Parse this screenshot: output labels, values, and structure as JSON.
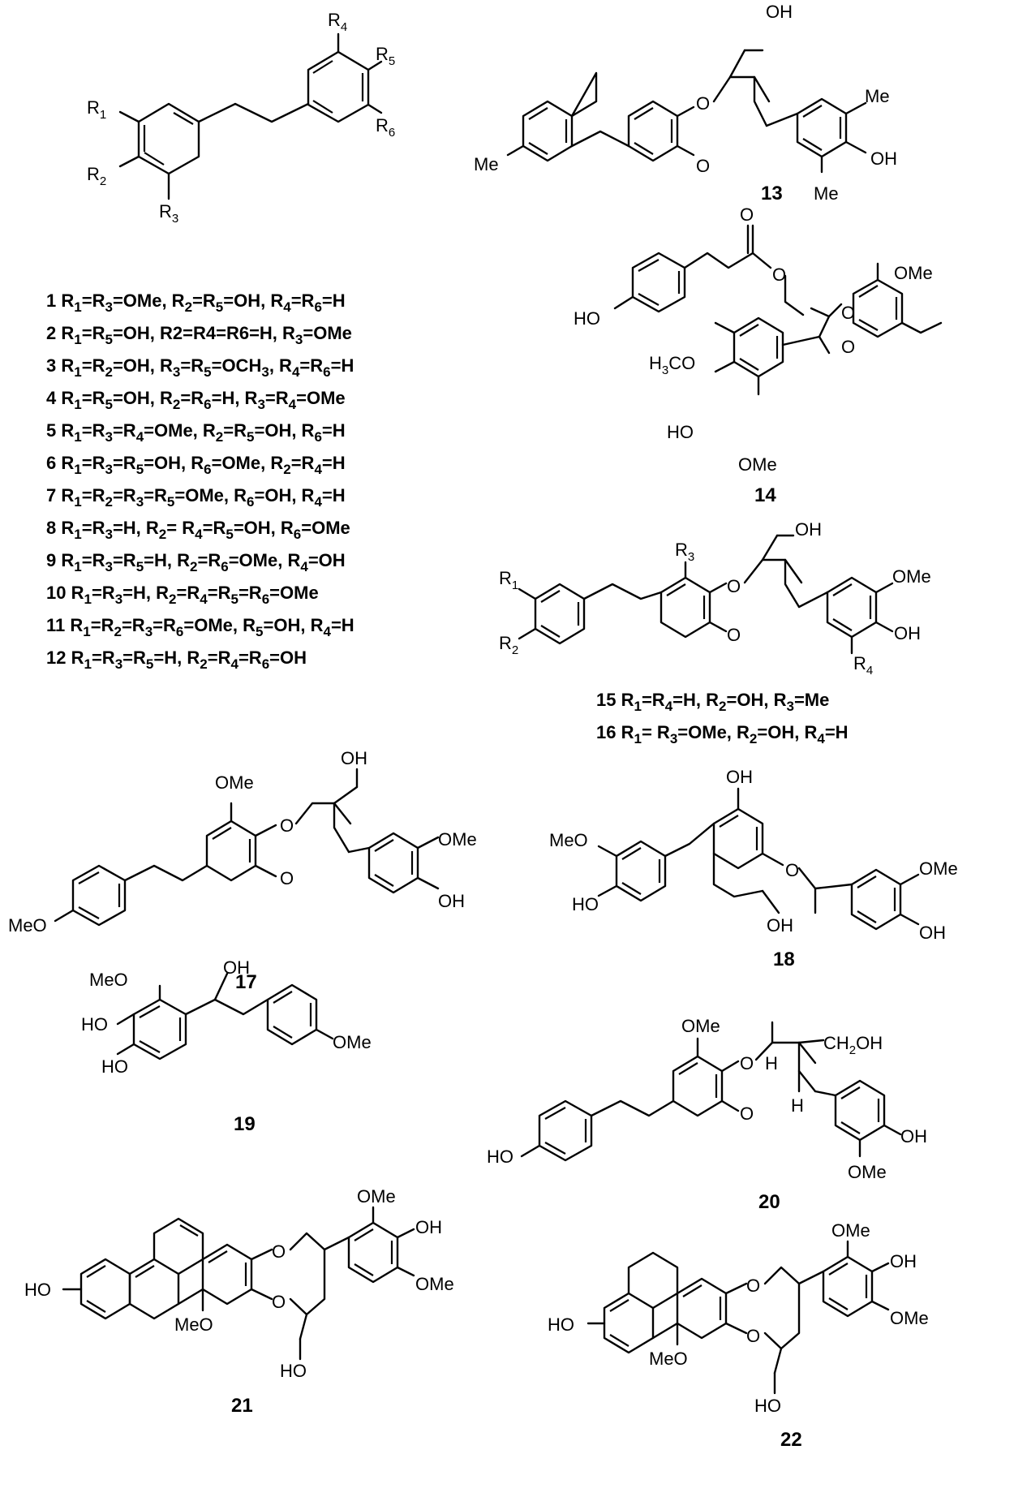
{
  "title": "",
  "template_scaffold": {
    "labels": [
      "R1",
      "R2",
      "R3",
      "R4",
      "R5",
      "R6"
    ]
  },
  "substituent_table": [
    {
      "id": "1",
      "text": "R1=R3=OMe, R2=R5=OH, R4=R6=H"
    },
    {
      "id": "2",
      "text": "R1=R5=OH, R2=R4=R6=H, R3=OMe"
    },
    {
      "id": "3",
      "text": "R1=R2=OH, R3=R5=OCH3, R4=R6=H"
    },
    {
      "id": "4",
      "text": "R1=R5=OH, R2=R6=H, R3=R4=OMe"
    },
    {
      "id": "5",
      "text": "R1=R3=R4=OMe, R2=R5=OH, R6=H"
    },
    {
      "id": "6",
      "text": "R1=R3=R5=OH, R6=OMe, R2=R4=H"
    },
    {
      "id": "7",
      "text": "R1=R2=R3=R5=OMe, R6=OH, R4=H"
    },
    {
      "id": "8",
      "text": "R1=R3=H, R2= R4=R5=OH, R6=OMe"
    },
    {
      "id": "9",
      "text": "R1=R3=R5=H, R2=R6=OMe, R4=OH"
    },
    {
      "id": "10",
      "text": "R1=R3=H, R2=R4=R5=R6=OMe"
    },
    {
      "id": "11",
      "text": "R1=R2=R3=R6=OMe, R5=OH, R4=H"
    },
    {
      "id": "12",
      "text": "R1=R3=R5=H, R2=R4=R6=OH"
    }
  ],
  "compounds": {
    "c13": {
      "number": "13",
      "labels": [
        "OH",
        "O",
        "O",
        "Me",
        "OH",
        "Me",
        "Me"
      ]
    },
    "c14": {
      "number": "14",
      "labels": [
        "O",
        "O",
        "HO",
        "O",
        "OMe",
        "O",
        "H3CO",
        "HO",
        "OMe"
      ]
    },
    "c15_16": {
      "labels": [
        "R3",
        "OH",
        "O",
        "O",
        "OMe",
        "OH",
        "R4",
        "R1",
        "R2"
      ],
      "rows": [
        {
          "id": "15",
          "text": "R1=R4=H, R2=OH, R3=Me"
        },
        {
          "id": "16",
          "text": "R1= R3=OMe, R2=OH, R4=H"
        }
      ]
    },
    "c17": {
      "number": "17",
      "labels": [
        "OMe",
        "OH",
        "O",
        "O",
        "OMe",
        "OH",
        "MeO"
      ]
    },
    "c18": {
      "number": "18",
      "labels": [
        "OH",
        "O",
        "OMe",
        "OH",
        "OH",
        "MeO",
        "HO"
      ]
    },
    "c19": {
      "number": "19",
      "labels": [
        "MeO",
        "HO",
        "HO",
        "OH",
        "OMe"
      ]
    },
    "c20": {
      "number": "20",
      "labels": [
        "OMe",
        "O",
        "O",
        "H",
        "H",
        "CH2OH",
        "OH",
        "OMe",
        "HO"
      ]
    },
    "c21": {
      "number": "21",
      "labels": [
        "HO",
        "MeO",
        "O",
        "O",
        "HO",
        "OMe",
        "OH",
        "OMe"
      ]
    },
    "c22": {
      "number": "22",
      "labels": [
        "HO",
        "MeO",
        "O",
        "O",
        "HO",
        "OMe",
        "OH",
        "OMe"
      ]
    }
  }
}
